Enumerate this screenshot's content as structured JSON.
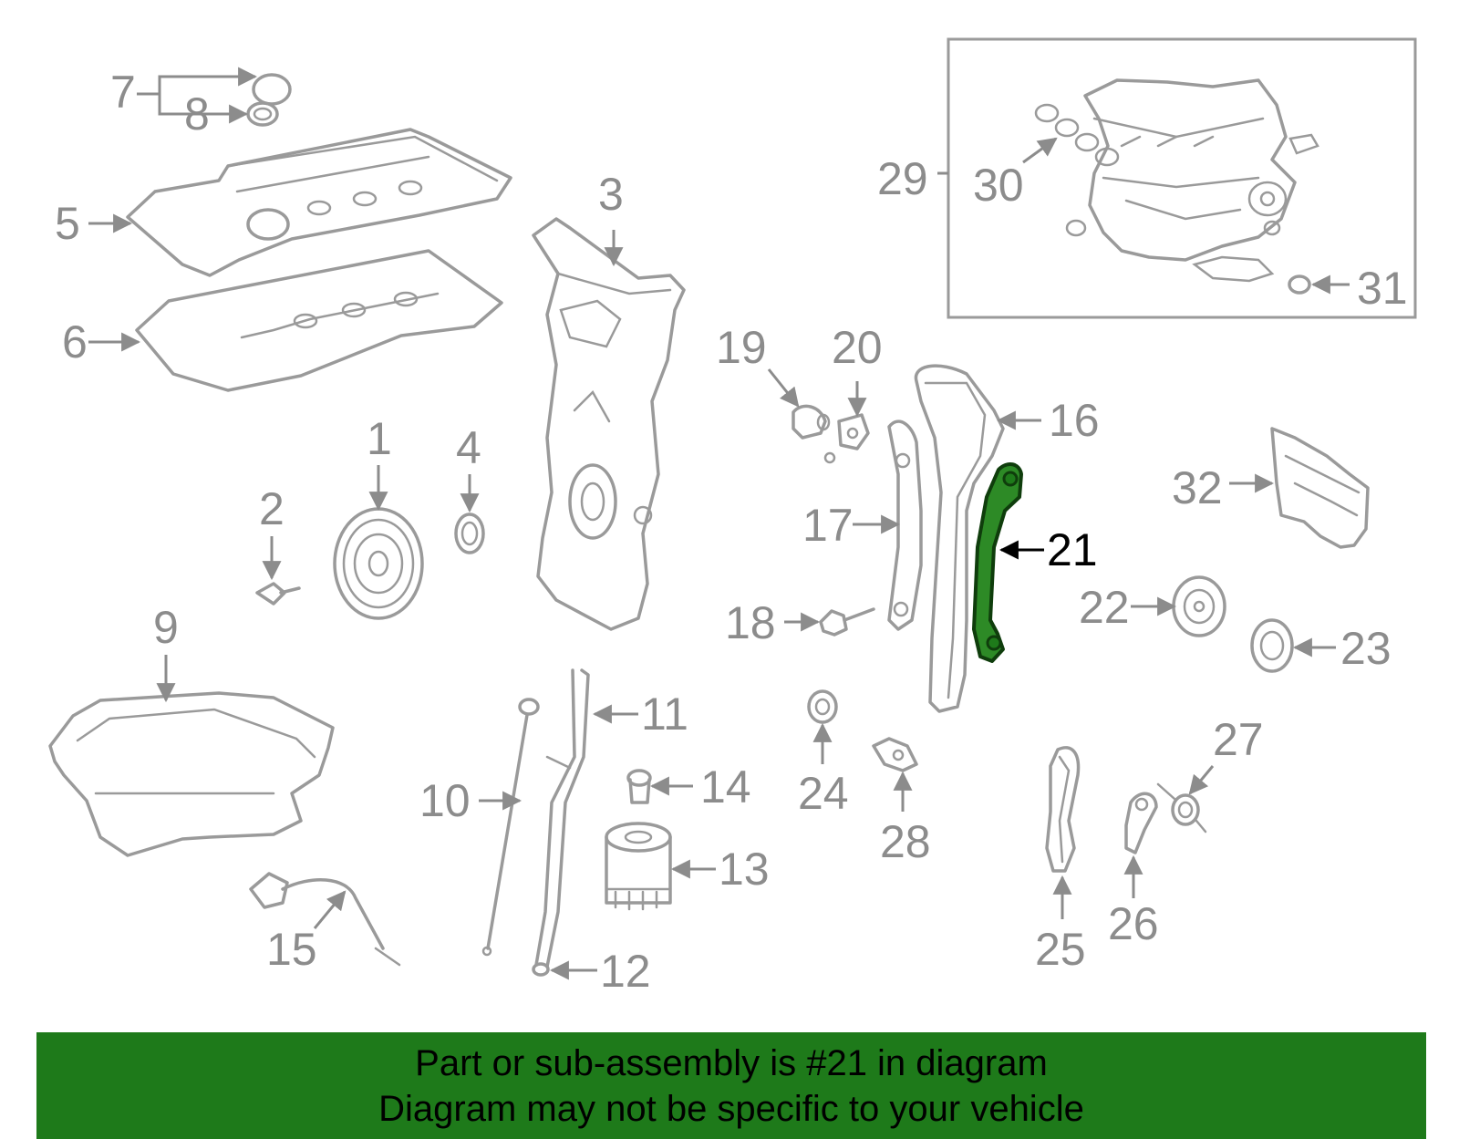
{
  "diagram": {
    "callouts": [
      "1",
      "2",
      "3",
      "4",
      "5",
      "6",
      "7",
      "8",
      "9",
      "10",
      "11",
      "12",
      "13",
      "14",
      "15",
      "16",
      "17",
      "18",
      "19",
      "20",
      "21",
      "22",
      "23",
      "24",
      "25",
      "26",
      "27",
      "28",
      "29",
      "30",
      "31",
      "32"
    ],
    "highlighted_part": "21",
    "highlight_color": "#1e7a1a"
  },
  "banner": {
    "line1": "Part or sub-assembly is #21 in diagram",
    "line2": "Diagram may not be specific to your vehicle",
    "background": "#1e7a1a"
  }
}
